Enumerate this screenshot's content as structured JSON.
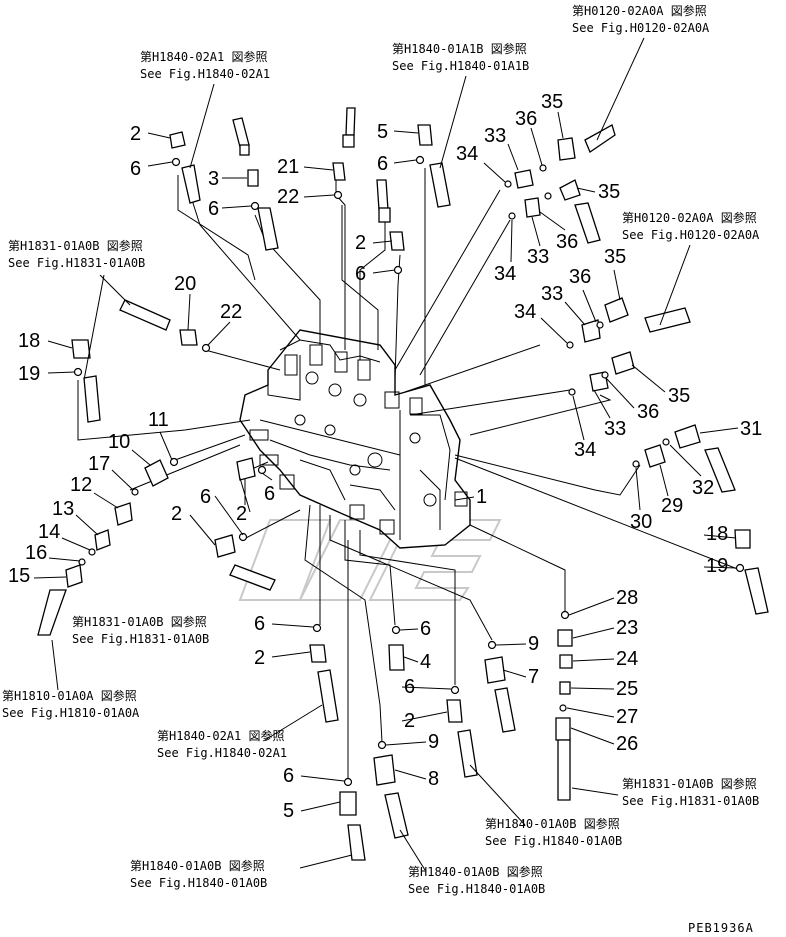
{
  "references": [
    {
      "id": "ref-h0120-top",
      "jp": "第H0120-02A0A 図参照",
      "en": "See Fig.H0120-02A0A"
    },
    {
      "id": "ref-h1840-02a1-top",
      "jp": "第H1840-02A1 図参照",
      "en": "See Fig.H1840-02A1"
    },
    {
      "id": "ref-h1840-01a1b",
      "jp": "第H1840-01A1B 図参照",
      "en": "See Fig.H1840-01A1B"
    },
    {
      "id": "ref-h0120-right",
      "jp": "第H0120-02A0A 図参照",
      "en": "See Fig.H0120-02A0A"
    },
    {
      "id": "ref-h1831-left",
      "jp": "第H1831-01A0B 図参照",
      "en": "See Fig.H1831-01A0B"
    },
    {
      "id": "ref-h1831-mid",
      "jp": "第H1831-01A0B 図参照",
      "en": "See Fig.H1831-01A0B"
    },
    {
      "id": "ref-h1810",
      "jp": "第H1810-01A0A 図参照",
      "en": "See Fig.H1810-01A0A"
    },
    {
      "id": "ref-h1840-02a1-bottom",
      "jp": "第H1840-02A1 図参照",
      "en": "See Fig.H1840-02A1"
    },
    {
      "id": "ref-h1831-right",
      "jp": "第H1831-01A0B 図参照",
      "en": "See Fig.H1831-01A0B"
    },
    {
      "id": "ref-h1840-01a0b-right",
      "jp": "第H1840-01A0B 図参照",
      "en": "See Fig.H1840-01A0B"
    },
    {
      "id": "ref-h1840-01a0b-left",
      "jp": "第H1840-01A0B 図参照",
      "en": "See Fig.H1840-01A0B"
    },
    {
      "id": "ref-h1840-01a0b-bottom",
      "jp": "第H1840-01A0B 図参照",
      "en": "See Fig.H1840-01A0B"
    }
  ],
  "part_numbers": [
    "1",
    "2",
    "3",
    "4",
    "5",
    "6",
    "7",
    "8",
    "9",
    "10",
    "11",
    "12",
    "13",
    "14",
    "15",
    "16",
    "17",
    "18",
    "19",
    "20",
    "21",
    "22",
    "23",
    "24",
    "25",
    "26",
    "27",
    "28",
    "29",
    "30",
    "31",
    "32",
    "33",
    "34",
    "35",
    "36"
  ],
  "callouts": {
    "c2a": "2",
    "c6a": "6",
    "c3": "3",
    "c6b": "6",
    "c21": "21",
    "c22a": "22",
    "c5a": "5",
    "c6c": "6",
    "c34a": "34",
    "c33a": "33",
    "c36a": "36",
    "c35a": "35",
    "c35b": "35",
    "c36b": "36",
    "c2b": "2",
    "c6d": "6",
    "c34b": "34",
    "c33b": "33",
    "c35c": "35",
    "c36c": "36",
    "c33c": "33",
    "c34c": "34",
    "c18a": "18",
    "c19a": "19",
    "c20": "20",
    "c22b": "22",
    "c11": "11",
    "c10": "10",
    "c17": "17",
    "c12": "12",
    "c13": "13",
    "c14": "14",
    "c16": "16",
    "c15": "15",
    "c35d": "35",
    "c36d": "36",
    "c33d": "33",
    "c34d": "34",
    "c31": "31",
    "c32": "32",
    "c29": "29",
    "c30": "30",
    "c1": "1",
    "c6e": "6",
    "c2c": "2",
    "c6f": "6",
    "c2d": "2",
    "c18b": "18",
    "c19b": "19",
    "c28": "28",
    "c23": "23",
    "c24": "24",
    "c25": "25",
    "c27": "27",
    "c26": "26",
    "c6g": "6",
    "c2e": "2",
    "c6h": "6",
    "c4": "4",
    "c9a": "9",
    "c7": "7",
    "c6i": "6",
    "c2f": "2",
    "c9b": "9",
    "c8": "8",
    "c6j": "6",
    "c5b": "5"
  },
  "drawing_id": "PEB1936A"
}
